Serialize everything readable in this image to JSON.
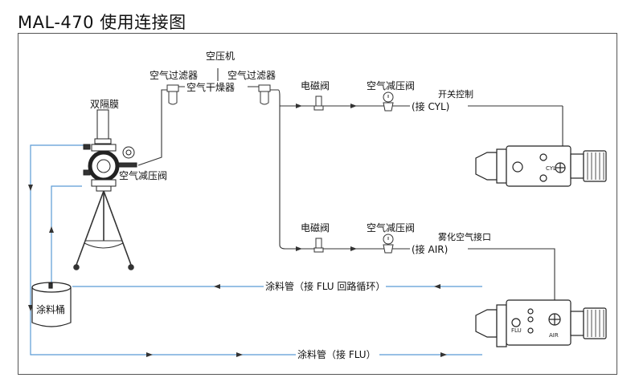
{
  "title": "MAL-470 使用连接图",
  "labels": {
    "compressor": "空压机",
    "air_filter_1": "空气过滤器",
    "air_filter_2": "空气过滤器",
    "air_dryer": "空气干燥器",
    "diaphragm_pump": "双隔膜",
    "pump_regulator": "空气减压阀",
    "solenoid_1": "电磁阀",
    "regulator_1": "空气减压阀",
    "switch_control": "开关控制",
    "to_cyl": "(接  CYL)",
    "solenoid_2": "电磁阀",
    "regulator_2": "空气减压阀",
    "atomize_air": "雾化空气接口",
    "to_air": "(接  AIR)",
    "paint_tube_return": "涂料管（接  FLU 回路循环）",
    "paint_bucket": "涂料桶",
    "paint_tube_flu": "涂料管（接  FLU）",
    "gun_cyl": "CYL",
    "gun_flu": "FLU",
    "gun_air": "AIR"
  },
  "colors": {
    "air_line": "#333333",
    "paint_line": "#5b9bd5"
  }
}
